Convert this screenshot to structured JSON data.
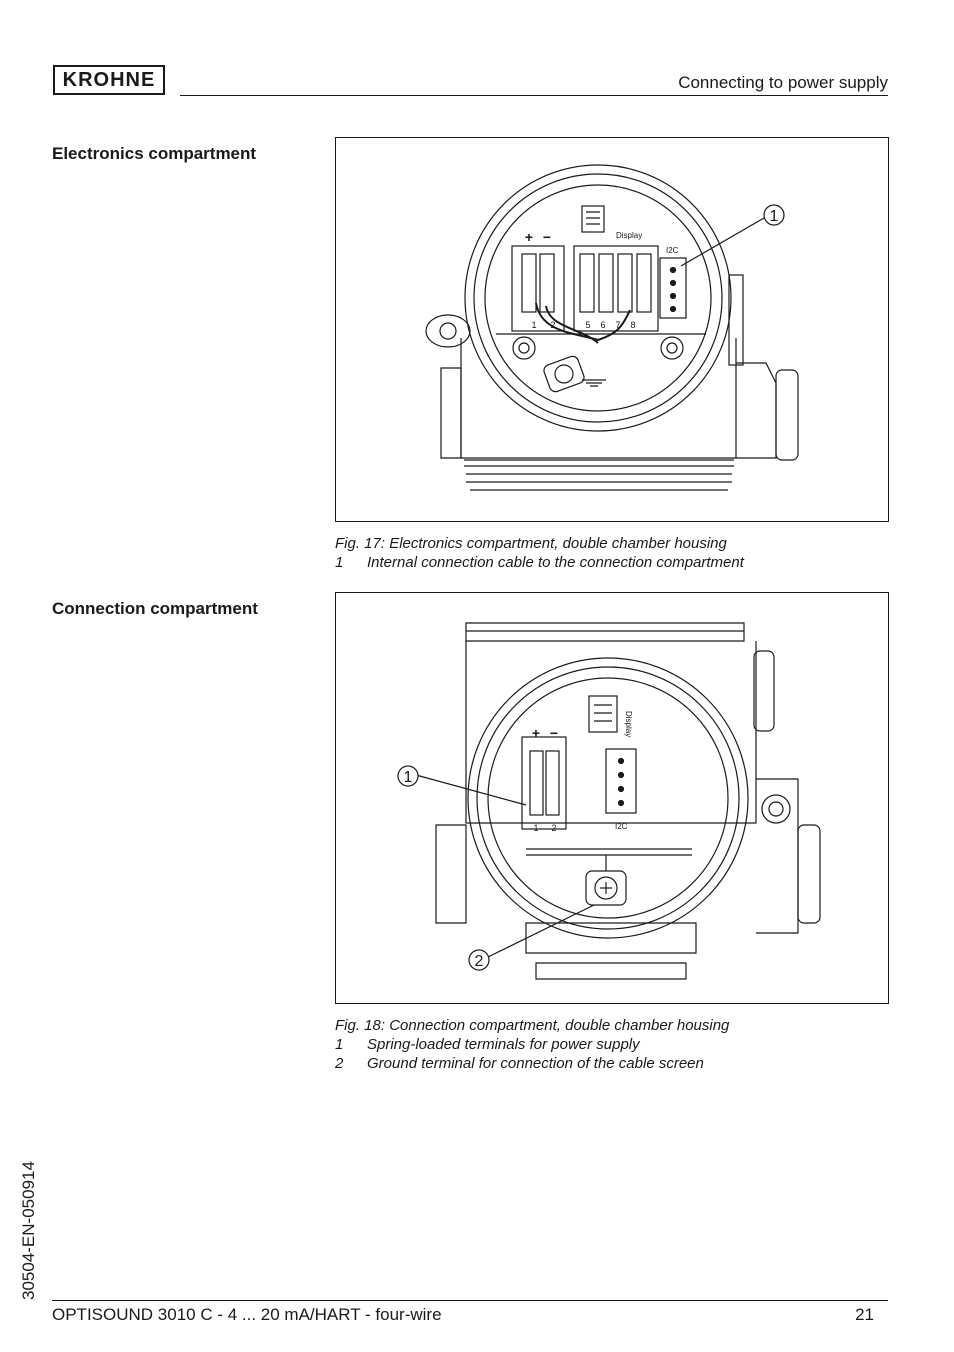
{
  "header": {
    "logo": "KROHNE",
    "title": "Connecting to power supply"
  },
  "sections": [
    {
      "heading": "Electronics compartment"
    },
    {
      "heading": "Connection compartment"
    }
  ],
  "figures": [
    {
      "caption": "Fig. 17: Electronics compartment, double chamber housing",
      "items": [
        {
          "num": "1",
          "text": "Internal connection cable to the connection compartment"
        }
      ],
      "callouts": [
        "1"
      ],
      "labels": {
        "display": "Display",
        "i2c": "I2C",
        "plus": "+",
        "minus": "−",
        "terminals": [
          "1",
          "2",
          "5",
          "6",
          "7",
          "8"
        ]
      }
    },
    {
      "caption": "Fig. 18: Connection compartment, double chamber housing",
      "items": [
        {
          "num": "1",
          "text": "Spring-loaded terminals for power supply"
        },
        {
          "num": "2",
          "text": "Ground terminal for connection of the cable screen"
        }
      ],
      "callouts": [
        "1",
        "2"
      ],
      "labels": {
        "display": "Display",
        "i2c": "I2C",
        "plus": "+",
        "minus": "−",
        "terminals": [
          "1",
          "2"
        ]
      }
    }
  ],
  "side_id": "30504-EN-050914",
  "footer": {
    "title": "OPTISOUND 3010 C - 4 ... 20 mA/HART - four-wire",
    "page": "21"
  }
}
